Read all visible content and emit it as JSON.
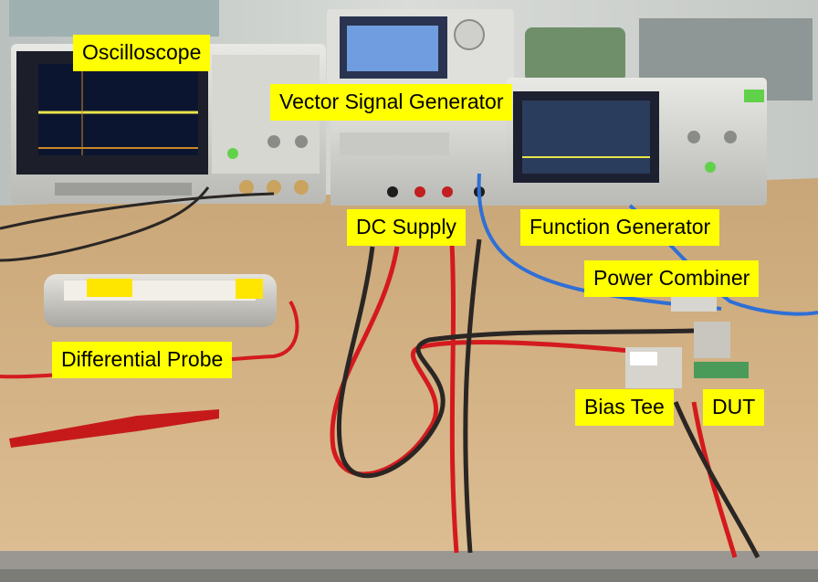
{
  "labels": {
    "oscilloscope": "Oscilloscope",
    "vector_signal_generator": "Vector Signal Generator",
    "dc_supply": "DC Supply",
    "function_generator": "Function Generator",
    "power_combiner": "Power Combiner",
    "differential_probe": "Differential Probe",
    "bias_tee": "Bias Tee",
    "dut": "DUT"
  },
  "colors": {
    "label_background": "#ffff00",
    "label_text": "#000000",
    "desk": "#d2b184",
    "wall": "#cfd3cf",
    "cable_red": "#d41a1e",
    "cable_black": "#2a2624",
    "cable_blue": "#2f6fd6"
  }
}
